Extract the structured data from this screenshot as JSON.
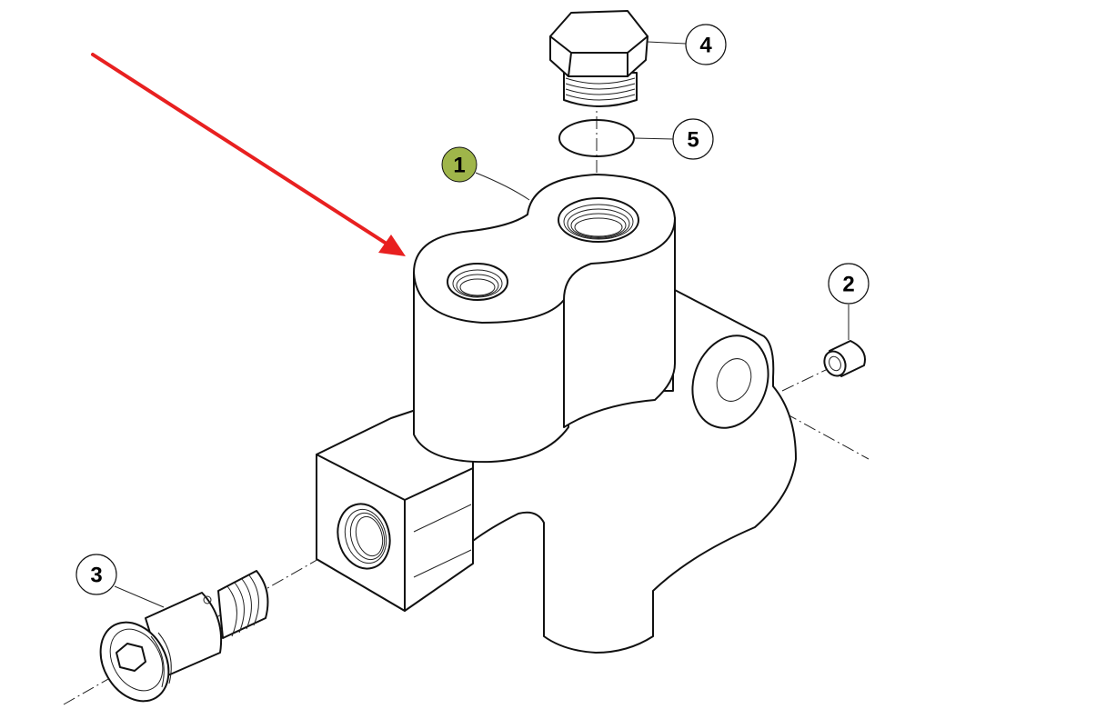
{
  "diagram": {
    "callouts": [
      {
        "id": "part-1",
        "label": "1",
        "highlighted": true
      },
      {
        "id": "part-2",
        "label": "2",
        "highlighted": false
      },
      {
        "id": "part-3",
        "label": "3",
        "highlighted": false
      },
      {
        "id": "part-4",
        "label": "4",
        "highlighted": false
      },
      {
        "id": "part-5",
        "label": "5",
        "highlighted": false
      }
    ],
    "colors": {
      "arrow": "#e82020",
      "highlight_fill": "#9fb54a",
      "line": "#111111",
      "background": "#ffffff"
    },
    "icons": [
      "red-pointer-arrow"
    ]
  }
}
